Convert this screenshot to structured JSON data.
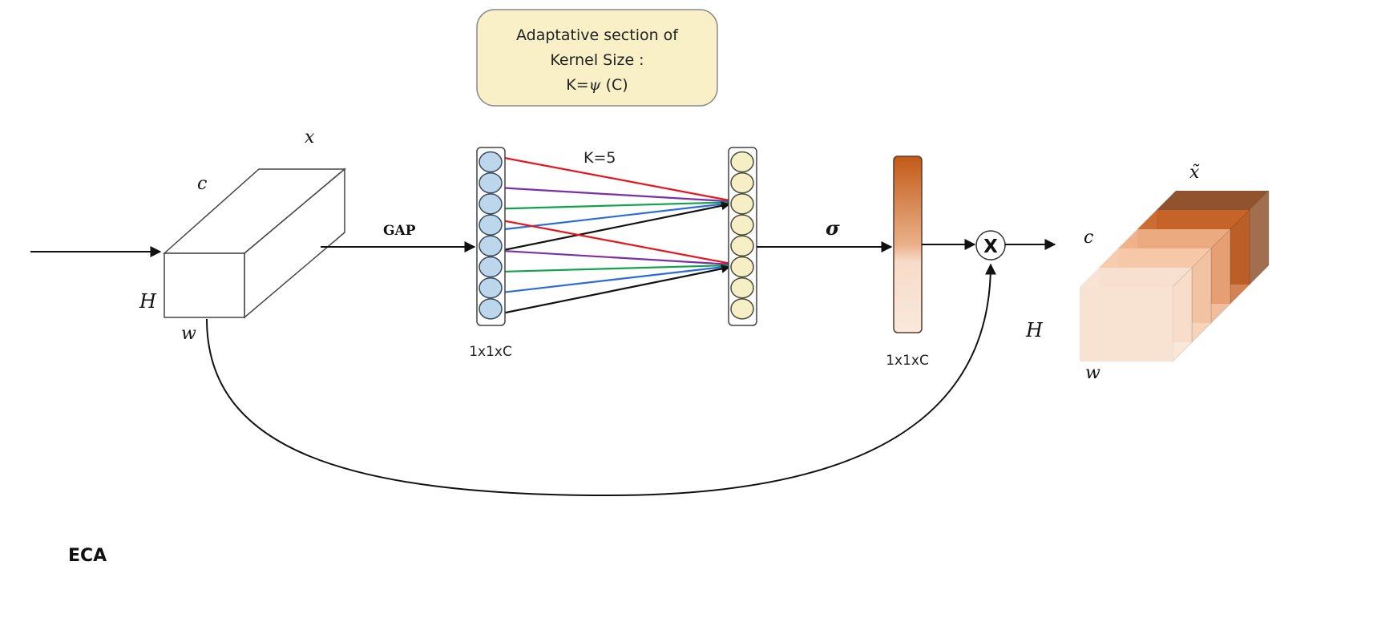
{
  "diagram": {
    "title": "ECA",
    "kernel_box": {
      "line1": "Adaptative section of",
      "line2": "Kernel Size :",
      "line3_prefix": "K=",
      "line3_symbol": "ψ",
      "line3_suffix": " (C)"
    },
    "kernel_label": "K=5",
    "input_tensor": {
      "label_x": "x",
      "label_c": "c",
      "label_h": "H",
      "label_w": "w"
    },
    "gap_label": "GAP",
    "gap_vector_label": "1x1xC",
    "sigma_label": "σ",
    "weights_vector_label": "1x1xC",
    "multiply_symbol": "X",
    "output_tensor": {
      "label_x": "x̃",
      "label_c": "c",
      "label_h": "H",
      "label_w": "w"
    },
    "nodes_per_vector": 8,
    "connection_colors": [
      "#e8141c",
      "#7a2fa8",
      "#12a24a",
      "#2a6bd8",
      "#111111"
    ],
    "colors": {
      "kernel_box_fill": "#faf0c8",
      "gap_node_fill": "#bcd6ec",
      "conv_node_fill": "#f6efc6",
      "weight_bar_top": "#c85d1a",
      "weight_bar_bottom": "#f8e6d6",
      "output_slices": [
        "#8a4a22",
        "#c8642a",
        "#eeae85",
        "#f4c9aa",
        "#f8e2d2"
      ]
    }
  }
}
